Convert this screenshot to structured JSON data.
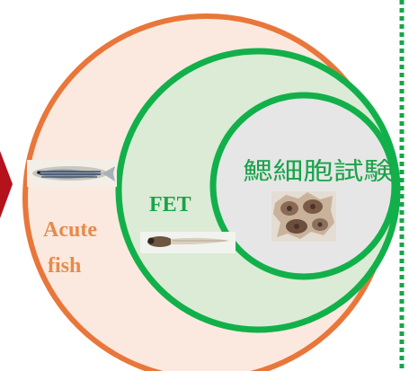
{
  "diagram": {
    "sets": [
      {
        "id": "acute",
        "label_line1": "Acute",
        "label_line2": "fish",
        "stroke": "#e9763a",
        "fill": "#fbe9df"
      },
      {
        "id": "fet",
        "label": "FET",
        "stroke": "#12b04a",
        "fill": "#dcebd5"
      },
      {
        "id": "gill",
        "label": "鰓細胞試験",
        "stroke": "#12b04a",
        "fill": "#e6e6e6"
      }
    ],
    "colors": {
      "arrow": "#b5121b",
      "dotted_border": "#1aa34a"
    },
    "icons": [
      "adult-zebrafish-icon",
      "fish-embryo-larva-icon",
      "gill-cell-culture-icon"
    ]
  }
}
